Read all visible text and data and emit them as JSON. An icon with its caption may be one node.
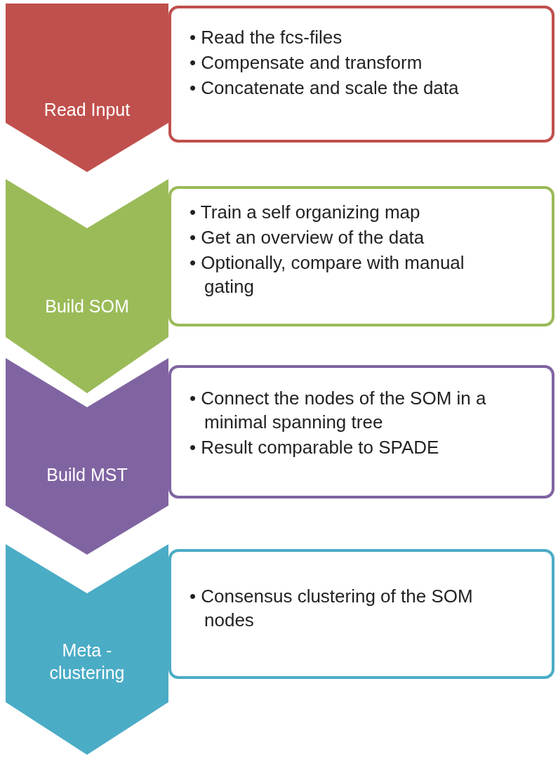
{
  "diagram": {
    "nodes": [
      {
        "text": [
          "Read Input"
        ]
      },
      {
        "text": [
          "• Read the fcs-files",
          "• Compensate and transform",
          "• Concatenate and scale the data"
        ]
      },
      {
        "text": [
          "Build SOM"
        ]
      },
      {
        "text": [
          "• Train a self organizing map",
          "• Get an overview of the data",
          "• Optionally, compare with manual gating"
        ]
      },
      {
        "text": [
          "Build MST"
        ]
      },
      {
        "text": [
          "• Connect the nodes of the SOM in a minimal spanning tree",
          "• Result comparable to SPADE"
        ]
      },
      {
        "text": [
          "Meta - clustering"
        ]
      },
      {
        "text": [
          "• Consensus clustering of the SOM nodes"
        ]
      }
    ]
  }
}
